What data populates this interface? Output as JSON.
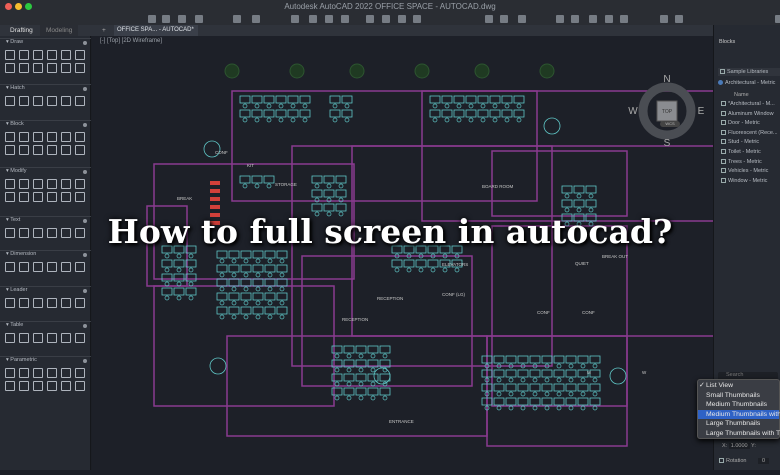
{
  "window": {
    "title": "Autodesk AutoCAD 2022   OFFICE SPACE - AUTOCAD.dwg"
  },
  "tabs": {
    "drafting": "Drafting",
    "modeling": "Modeling",
    "document": "OFFICE SPA... - AUTOCAD*",
    "add": "+"
  },
  "viewport": {
    "label": "[-] [Top] [2D Wireframe]"
  },
  "palette": {
    "sections": [
      "Draw",
      "Hatch",
      "Block",
      "Modify",
      "Text",
      "Dimension",
      "Leader",
      "Table",
      "Parametric"
    ]
  },
  "viewcube": {
    "n": "N",
    "s": "S",
    "e": "E",
    "w": "W",
    "top": "TOP",
    "wcs": "WCS"
  },
  "drawing": {
    "labels": {
      "break": "BREAK",
      "storage": "STORAGE",
      "kit": "KIT",
      "conf": "CONF",
      "board": "BOARD ROOM",
      "elevators": "ELEVATORS",
      "reception": "RECEPTION",
      "reception2": "RECEPTION",
      "conf_lg": "CONF (LG)",
      "conf2": "CONF",
      "conf3": "CONF",
      "quiet": "QUIET",
      "breakout": "BREAK OUT",
      "entrance": "ENTRANCE",
      "m": "M",
      "w": "W"
    }
  },
  "blocks": {
    "title": "Blocks",
    "library": "Sample Libraries",
    "current": "Architectural - Metric",
    "column": "Name",
    "items": [
      "*Architectural - M...",
      "Aluminum Window",
      "Door - Metric",
      "Fluorescent (Rece...",
      "Stud - Metric",
      "Toilet - Metric",
      "Trees - Metric",
      "Vehicles - Metric",
      "Window - Metric"
    ],
    "search_placeholder": "Search",
    "x_label": "X:",
    "x_value": "1.0000",
    "y_label": "Y:",
    "rotation_label": "Rotation",
    "rotation_value": "0"
  },
  "view_menu": {
    "items": [
      "List View",
      "Small Thumbnails",
      "Medium Thumbnails",
      "Medium Thumbnails with...",
      "Large Thumbnails",
      "Large Thumbnails with T..."
    ],
    "checked": 0,
    "highlighted": 3
  },
  "overlay": {
    "headline": "How to full screen in autocad?"
  },
  "colors": {
    "wall": "#8a3a8f",
    "furniture": "#5fc6c6",
    "door": "#7fbf5f",
    "red": "#d2403a",
    "highlight": "#2f62c6"
  }
}
